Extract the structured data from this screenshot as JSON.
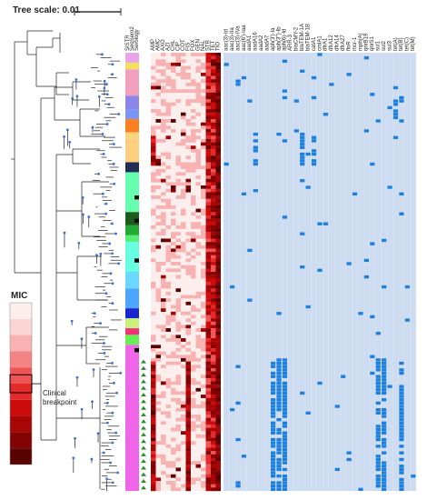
{
  "tree_scale": {
    "label": "Tree scale: 0.01"
  },
  "metadata_columns": [
    "SISTR",
    "SeqSero2",
    "Serology"
  ],
  "antibiotics": [
    "AMP",
    "AMC",
    "AXO",
    "AZI",
    "CHL",
    "CIP",
    "COT",
    "FIS",
    "FOX",
    "GEN",
    "NAL",
    "STR",
    "TET",
    "TIO"
  ],
  "genes": [
    "aac(3)-Id",
    "aac(3)-IIa",
    "aac(3)-IVa",
    "aac(6')-Iaa",
    "aadA1",
    "aadA16",
    "aadA2",
    "aadA7",
    "aph(3')-Ia",
    "aph(3'')-Ib",
    "aph(6)-Id",
    "ARR-3",
    "blaCMY-2",
    "blaTEM-1A",
    "blaTEM-1B",
    "catA1",
    "cmlA1",
    "dfrA1",
    "dfrA12",
    "dfrA14",
    "dfrA27",
    "floR",
    "mcr-1",
    "mph(A)",
    "qnrB19",
    "qnrS1",
    "sul1",
    "sul2",
    "sul3",
    "tet(A)",
    "tet(B)",
    "tet(C)",
    "tet(M)"
  ],
  "legend": {
    "title": "MIC",
    "breakpoint_label": "Clinical breakpoint",
    "colors": [
      "#fdeeee",
      "#fbd4d4",
      "#f8b2b2",
      "#f48484",
      "#ee5555",
      "#e42a2a",
      "#cc0c0c",
      "#a80606",
      "#820303",
      "#5a0101"
    ]
  },
  "colors": {
    "gene_present": "#1a7fe0",
    "gene_background": "#cddcf0",
    "tree_line": "#222222",
    "node_dot": "#3a6fd8"
  }
}
